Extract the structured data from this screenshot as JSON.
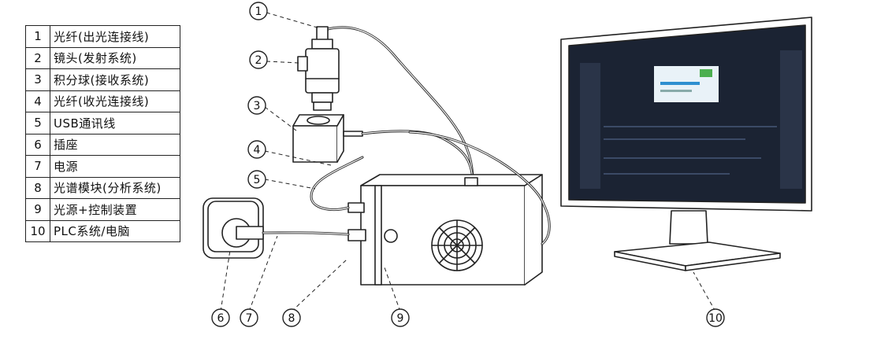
{
  "legend": [
    {
      "num": "1",
      "text": "光纤(出光连接线)"
    },
    {
      "num": "2",
      "text": "镜头(发射系统)"
    },
    {
      "num": "3",
      "text": "积分球(接收系统)"
    },
    {
      "num": "4",
      "text": "光纤(收光连接线)"
    },
    {
      "num": "5",
      "text": "USB通讯线"
    },
    {
      "num": "6",
      "text": "插座"
    },
    {
      "num": "7",
      "text": "电源"
    },
    {
      "num": "8",
      "text": "光谱模块(分析系统)"
    },
    {
      "num": "9",
      "text": "光源+控制装置"
    },
    {
      "num": "10",
      "text": "PLC系统/电脑"
    }
  ],
  "callouts": [
    "1",
    "2",
    "3",
    "4",
    "5",
    "6",
    "7",
    "8",
    "9",
    "10"
  ],
  "colors": {
    "line": "#222222",
    "screen": "#1b2333",
    "dialog": "#e9f2f8",
    "accent": "#2f8fd0"
  }
}
